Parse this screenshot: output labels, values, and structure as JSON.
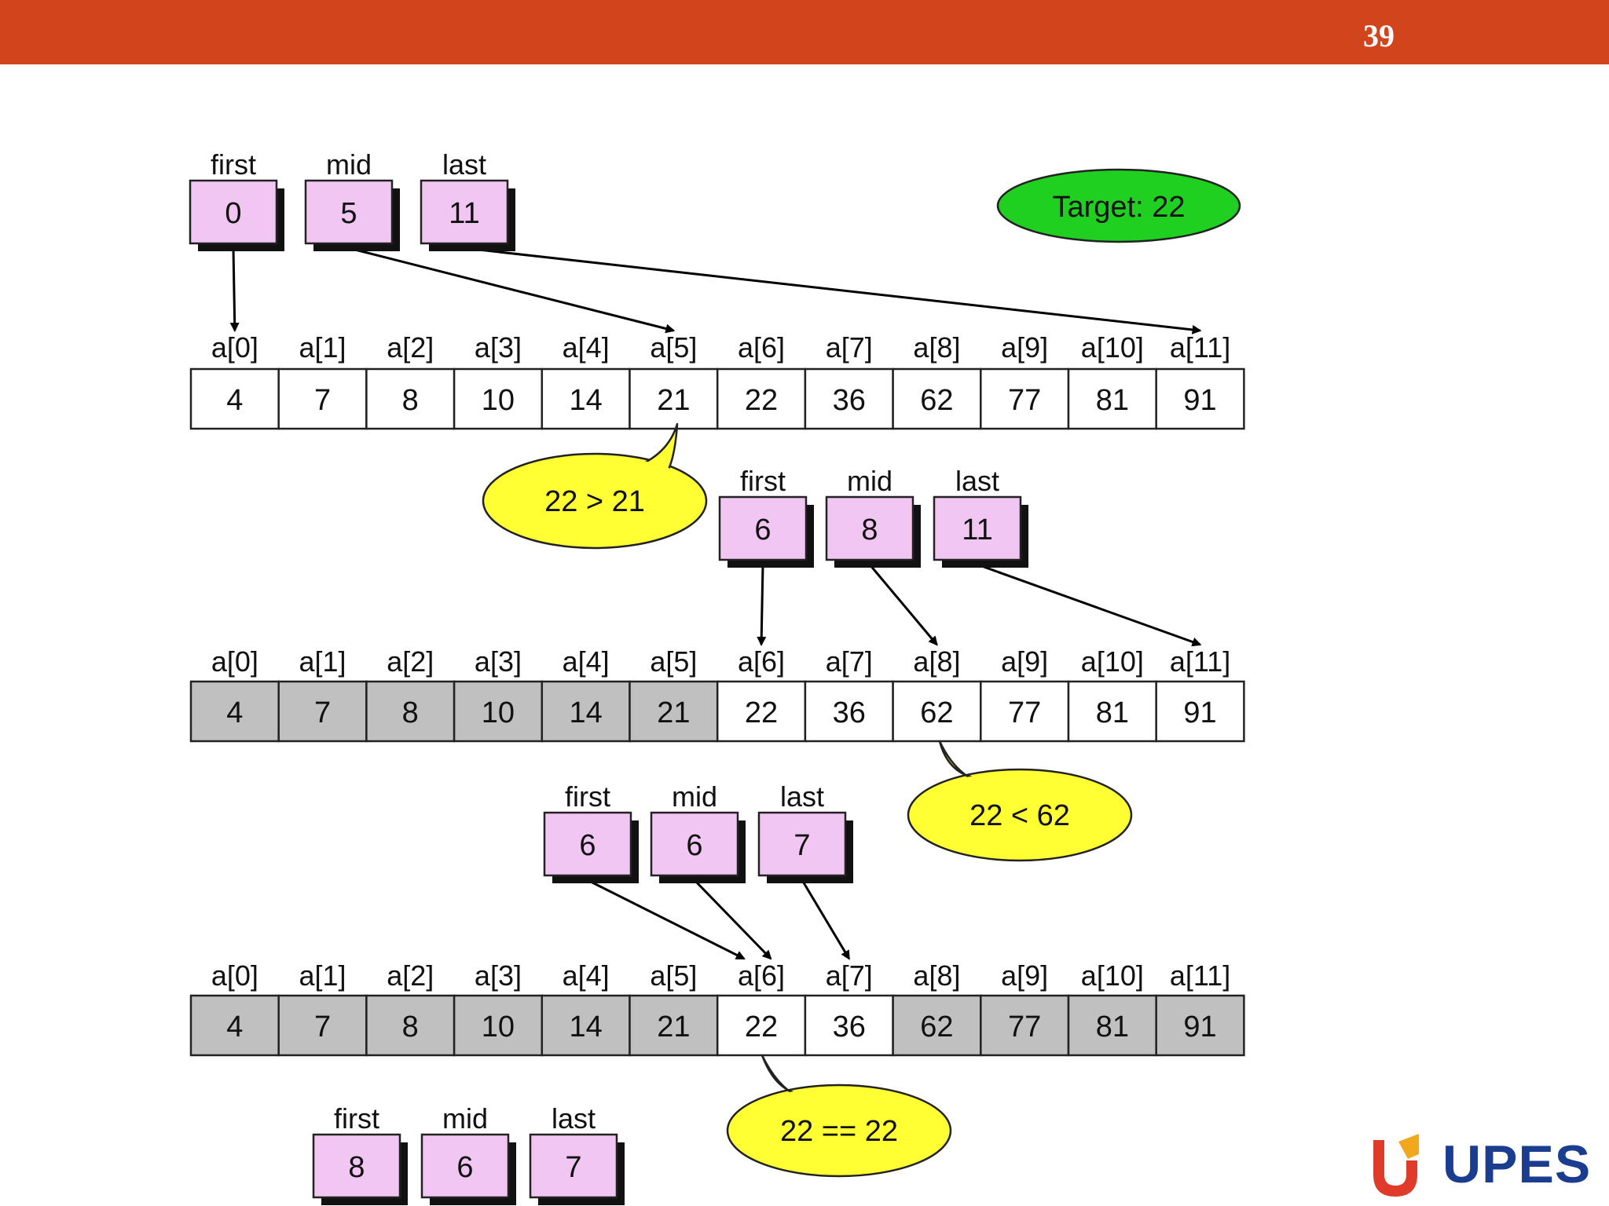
{
  "slide": {
    "number": "39"
  },
  "target": {
    "text": "Target: 22"
  },
  "pointer_labels": [
    "first",
    "mid",
    "last"
  ],
  "array": {
    "indices": [
      "a[0]",
      "a[1]",
      "a[2]",
      "a[3]",
      "a[4]",
      "a[5]",
      "a[6]",
      "a[7]",
      "a[8]",
      "a[9]",
      "a[10]",
      "a[11]"
    ],
    "values": [
      "4",
      "7",
      "8",
      "10",
      "14",
      "21",
      "22",
      "36",
      "62",
      "77",
      "81",
      "91"
    ]
  },
  "steps": [
    {
      "pointers": [
        "0",
        "5",
        "11"
      ],
      "targets": [
        0,
        5,
        11
      ],
      "active": [
        0,
        11
      ]
    },
    {
      "pointers": [
        "6",
        "8",
        "11"
      ],
      "targets": [
        6,
        8,
        11
      ],
      "active": [
        6,
        11
      ]
    },
    {
      "pointers": [
        "6",
        "6",
        "7"
      ],
      "targets": [
        6,
        6,
        7
      ],
      "active": [
        6,
        7
      ]
    },
    {
      "pointers": [
        "8",
        "6",
        "7"
      ]
    }
  ],
  "comparisons": [
    "22  > 21",
    "22  < 62",
    "22 == 22"
  ],
  "logo": {
    "text": "UPES"
  },
  "colors": {
    "header": "#d2451c",
    "pointer_box": "#f2c6f2",
    "target_oval": "#20d020",
    "bubble": "#ffff33",
    "excluded_cell": "#c0c0c0",
    "logo_red": "#e03a2a",
    "logo_blue": "#1a3d8f"
  }
}
